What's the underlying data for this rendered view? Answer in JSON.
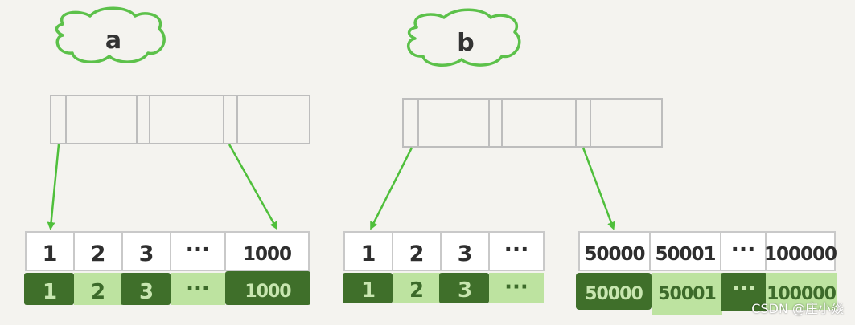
{
  "colors": {
    "background": "#f4f3ef",
    "cloud_stroke": "#5cc14a",
    "arrow": "#4fbf3b",
    "index_box": "#bdbdbd",
    "dark_green": "#3f6f2a",
    "light_green": "#bde3a0",
    "dark_text": "#c8e6b0",
    "light_text": "#3c6a2a"
  },
  "trees": [
    {
      "label": "a",
      "leaf_rows": [
        {
          "cells": [
            {
              "text": "1",
              "hl": "dark"
            },
            {
              "text": "2",
              "hl": "light"
            },
            {
              "text": "3",
              "hl": "dark"
            },
            {
              "text": "···",
              "hl": "light"
            },
            {
              "text": "1000",
              "hl": "dark"
            }
          ]
        }
      ]
    },
    {
      "label": "b",
      "leaf_rows": [
        {
          "cells": [
            {
              "text": "1",
              "hl": "dark"
            },
            {
              "text": "2",
              "hl": "light"
            },
            {
              "text": "3",
              "hl": "dark"
            },
            {
              "text": "···",
              "hl": "light"
            }
          ]
        },
        {
          "cells": [
            {
              "text": "50000",
              "hl": "dark"
            },
            {
              "text": "50001",
              "hl": "light"
            },
            {
              "text": "···",
              "hl": "dark"
            },
            {
              "text": "100000",
              "hl": "light"
            }
          ]
        }
      ]
    }
  ],
  "watermark": "CSDN @庄小焱"
}
